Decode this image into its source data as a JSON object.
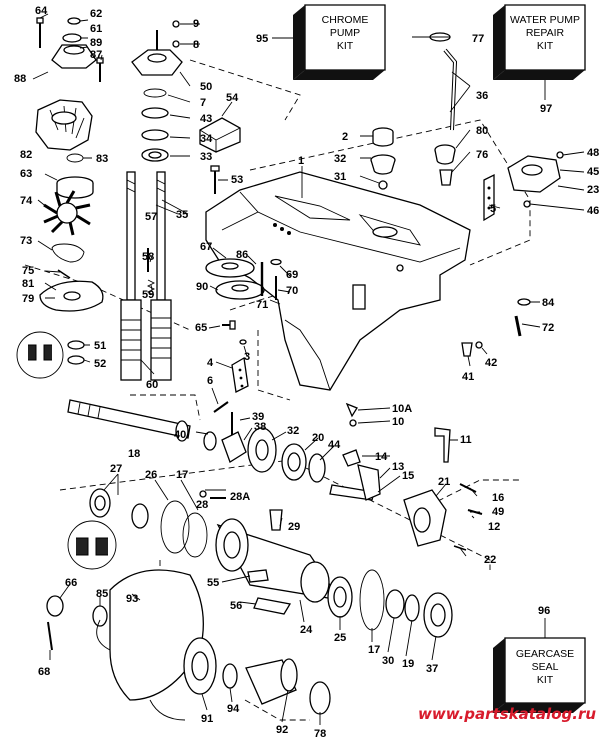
{
  "kits": {
    "chrome_pump": {
      "number": "95",
      "line1": "CHROME",
      "line2": "PUMP",
      "line3": "KIT"
    },
    "water_pump_repair": {
      "number": "97",
      "line1": "WATER PUMP",
      "line2": "REPAIR",
      "line3": "KIT"
    },
    "gearcase_seal": {
      "number": "96",
      "line1": "GEARCASE",
      "line2": "SEAL",
      "line3": "KIT"
    }
  },
  "callouts": {
    "c64": "64",
    "c62": "62",
    "c61": "61",
    "c89": "89",
    "c87": "87",
    "c88": "88",
    "c9": "9",
    "c8": "8",
    "c50": "50",
    "c7": "7",
    "c43": "43",
    "c34": "34",
    "c33": "33",
    "c77": "77",
    "c36": "36",
    "c80": "80",
    "c76": "76",
    "c82": "82",
    "c83": "83",
    "c63": "63",
    "c74": "74",
    "c73": "73",
    "c75": "75",
    "c81": "81",
    "c79": "79",
    "c51": "51",
    "c52": "52",
    "c54": "54",
    "c53": "53",
    "c57": "57",
    "c35": "35",
    "c58": "58",
    "c59": "59",
    "c60": "60",
    "c2": "2",
    "c32a": "32",
    "c31": "31",
    "c1": "1",
    "c48": "48",
    "c45": "45",
    "c23": "23",
    "c5": "5",
    "c46": "46",
    "c67": "67",
    "c86": "86",
    "c69": "69",
    "c90": "90",
    "c70": "70",
    "c71": "71",
    "c65": "65",
    "c3": "3",
    "c4": "4",
    "c6": "6",
    "c84": "84",
    "c72": "72",
    "c42": "42",
    "c41": "41",
    "c10a": "10A",
    "c10": "10",
    "c39": "39",
    "c38": "38",
    "c32b": "32",
    "c20": "20",
    "c44": "44",
    "c18": "18",
    "c40": "40",
    "c11": "11",
    "c14": "14",
    "c13": "13",
    "c15": "15",
    "c27": "27",
    "c26": "26",
    "c17a": "17",
    "c28": "28",
    "c28a": "28A",
    "c29": "29",
    "c21": "21",
    "c16": "16",
    "c49": "49",
    "c12": "12",
    "c22": "22",
    "c55": "55",
    "c56": "56",
    "c24": "24",
    "c25": "25",
    "c17b": "17",
    "c30": "30",
    "c19": "19",
    "c37": "37",
    "c66": "66",
    "c85": "85",
    "c93": "93",
    "c68": "68",
    "c91": "91",
    "c94": "94",
    "c92": "92",
    "c78": "78"
  },
  "watermark": "www.partskatalog.ru"
}
